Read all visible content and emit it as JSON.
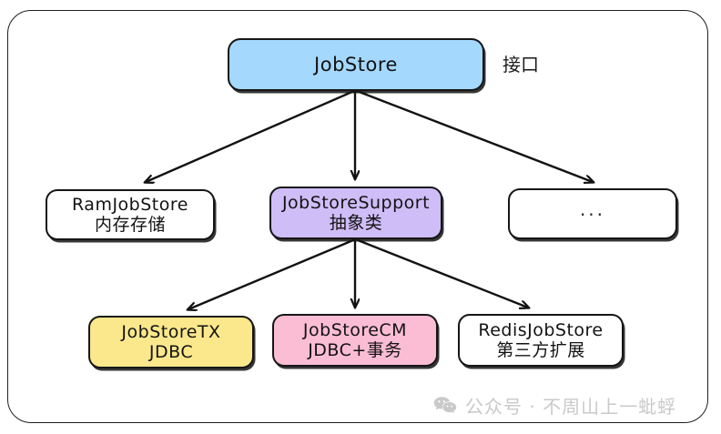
{
  "diagram": {
    "title_node": {
      "label": "JobStore",
      "sublabel": "",
      "color": "#a5d8fd",
      "side_note": "接口"
    },
    "nodes": [
      {
        "id": "jobstore",
        "line1": "JobStore",
        "line2": "",
        "color": "#a5d8fd",
        "role": "interface"
      },
      {
        "id": "ramjobstore",
        "line1": "RamJobStore",
        "line2": "内存存储",
        "color": "#ffffff",
        "role": "implementation"
      },
      {
        "id": "jobstoresupport",
        "line1": "JobStoreSupport",
        "line2": "抽象类",
        "color": "#cfbdf8",
        "role": "abstract-class"
      },
      {
        "id": "ellipsis",
        "line1": "...",
        "line2": "",
        "color": "#ffffff",
        "role": "others"
      },
      {
        "id": "jobstoretx",
        "line1": "JobStoreTX",
        "line2": "JDBC",
        "color": "#fbe88c",
        "role": "implementation"
      },
      {
        "id": "jobstorecm",
        "line1": "JobStoreCM",
        "line2": "JDBC+事务",
        "color": "#fabdd3",
        "role": "implementation"
      },
      {
        "id": "redisjobstore",
        "line1": "RedisJobStore",
        "line2": "第三方扩展",
        "color": "#ffffff",
        "role": "third-party"
      }
    ],
    "edges": [
      {
        "from": "jobstore",
        "to": "ramjobstore"
      },
      {
        "from": "jobstore",
        "to": "jobstoresupport"
      },
      {
        "from": "jobstore",
        "to": "ellipsis"
      },
      {
        "from": "jobstoresupport",
        "to": "jobstoretx"
      },
      {
        "from": "jobstoresupport",
        "to": "jobstorecm"
      },
      {
        "from": "jobstoresupport",
        "to": "redisjobstore"
      }
    ]
  },
  "watermark": {
    "icon": "wechat-icon",
    "text": "公众号 · 不周山上一蚍蜉",
    "color": "#c9c9c9"
  }
}
